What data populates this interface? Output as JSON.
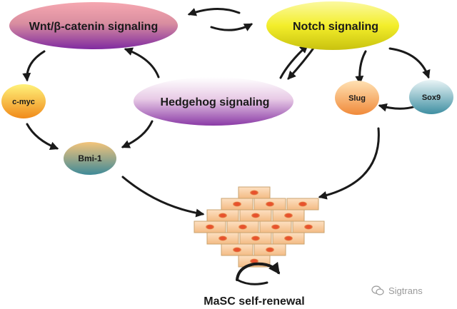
{
  "nodes": {
    "wnt": "Wnt/β-catenin signaling",
    "notch": "Notch signaling",
    "hedgehog": "Hedgehog signaling",
    "cmyc": "c-myc",
    "bmi1": "Bmi-1",
    "slug": "Slug",
    "sox9": "Sox9"
  },
  "outcome": "MaSC self-renewal",
  "watermark": {
    "text": "Sigtrans",
    "icon": "wechat-icon"
  },
  "colors": {
    "wnt_purple": "#9b3fb0",
    "notch_yellow": "#f2ec1a",
    "hedgehog_purple": "#9b4fb8",
    "cmyc_orange": "#f4a021",
    "slug_orange": "#f49a4a",
    "sox9_teal": "#5fa9b8",
    "bmi1_teal": "#5b9aa5",
    "cell_peach": "#f6c79a",
    "nucleus_red": "#e0442a"
  }
}
